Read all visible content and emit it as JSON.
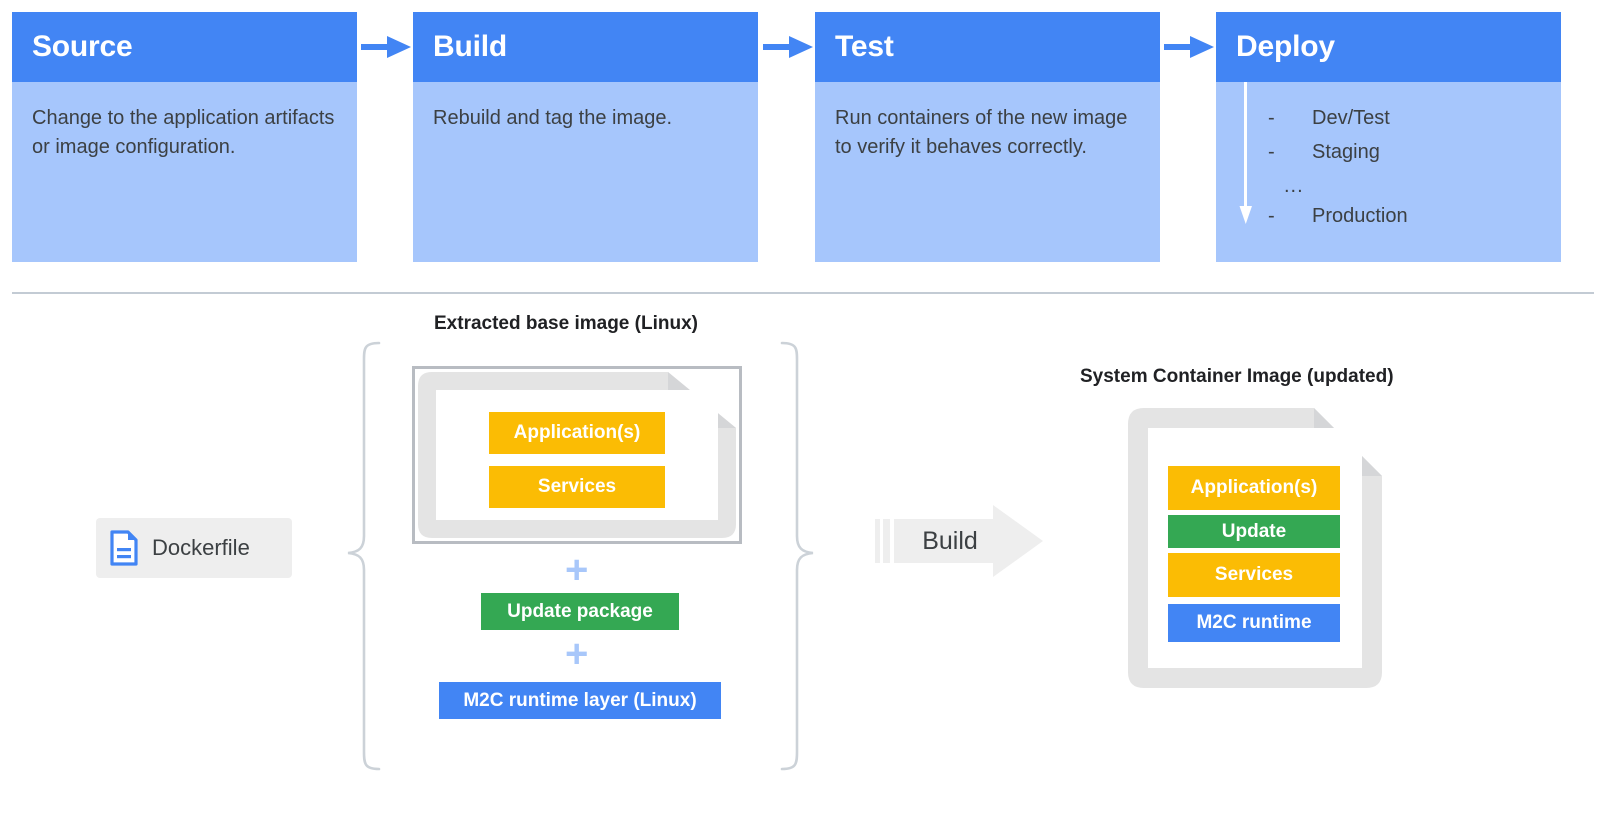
{
  "pipeline": {
    "arrow_icon": "arrow-right-icon",
    "columns": [
      {
        "title": "Source",
        "body": "Change to the application artifacts or image configuration."
      },
      {
        "title": "Build",
        "body": "Rebuild and tag the image."
      },
      {
        "title": "Test",
        "body": "Run containers of the new image to verify it behaves correctly."
      },
      {
        "title": "Deploy",
        "body": ""
      }
    ],
    "deploy": {
      "dash": "-",
      "ellipsis": "...",
      "down_arrow_icon": "arrow-down-icon",
      "stages": [
        "Dev/Test",
        "Staging",
        "Production"
      ]
    }
  },
  "diagram": {
    "dockerfile": {
      "label": "Dockerfile",
      "icon": "file-document-icon"
    },
    "left_caption": "Extracted base image (Linux)",
    "right_caption": "System Container Image (updated)",
    "brace_icon": "curly-brace-icon",
    "plus_symbol": "+",
    "build_arrow": {
      "label": "Build",
      "icon": "block-arrow-right-icon"
    },
    "left_stack": {
      "base_image_layers": [
        {
          "label": "Application(s)",
          "color": "#fbbc04"
        },
        {
          "label": "Services",
          "color": "#fbbc04"
        }
      ],
      "added_layers": [
        {
          "label": "Update package",
          "color": "#34a853"
        },
        {
          "label": "M2C runtime layer (Linux)",
          "color": "#4285f4"
        }
      ]
    },
    "right_stack": {
      "layers": [
        {
          "label": "Application(s)",
          "color": "#fbbc04"
        },
        {
          "label": "Update",
          "color": "#34a853"
        },
        {
          "label": "Services",
          "color": "#fbbc04"
        },
        {
          "label": "M2C runtime",
          "color": "#4285f4"
        }
      ]
    }
  },
  "colors": {
    "header_blue": "#4285f4",
    "body_blue": "#a6c6fc",
    "yellow": "#fbbc04",
    "green": "#34a853",
    "blue": "#4285f4",
    "plus_blue": "#a8c7fa",
    "grey_frame": "#b8bcc2",
    "grey_doc": "#e4e4e4",
    "divider": "#c3cbd4",
    "chip_bg": "#eeeeee",
    "text": "#3c4043"
  }
}
